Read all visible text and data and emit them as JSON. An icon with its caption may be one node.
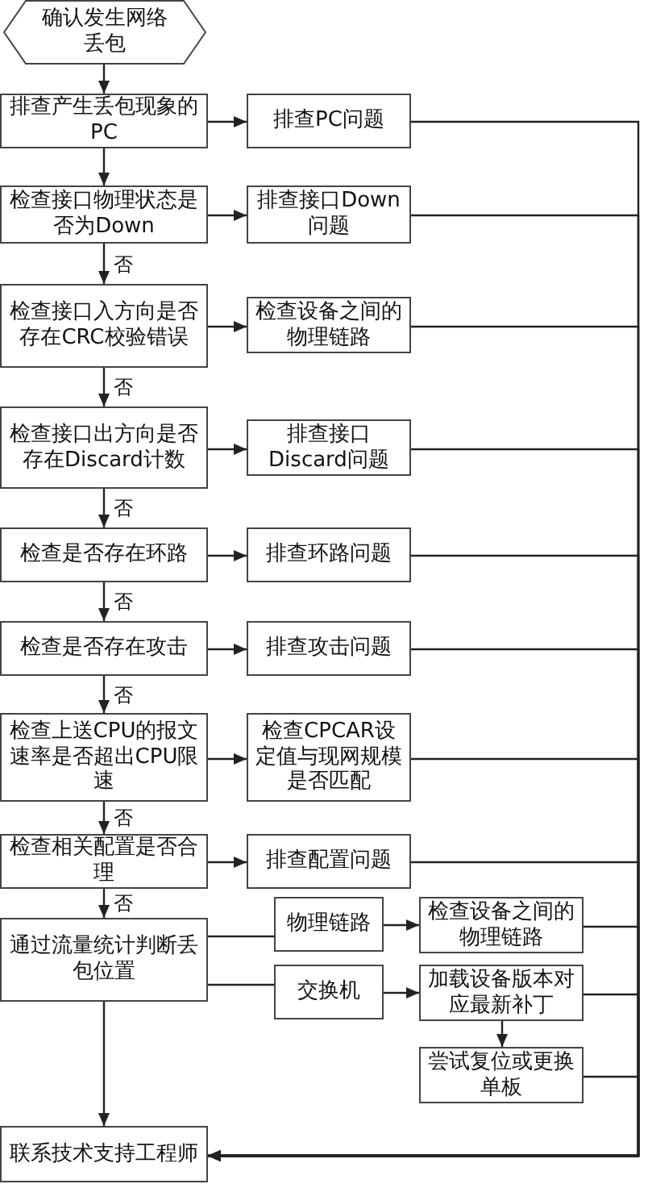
{
  "diagram": {
    "nodes": [
      {
        "text": [
          "确认发生网络丢包"
        ]
      },
      {
        "text": [
          "排查产生丢包现象的PC"
        ]
      },
      {
        "text": [
          "排查PC问题"
        ]
      },
      {
        "text": [
          "检查接口物理状态是否为Down"
        ]
      },
      {
        "text": [
          "排查接口Down问题"
        ]
      },
      {
        "text": [
          "检查接口入方向是否存在CRC校验错误"
        ]
      },
      {
        "text": [
          "检查设备之间的物理链路"
        ]
      },
      {
        "text": [
          "检查接口出方向是否存在Discard计数"
        ]
      },
      {
        "text": [
          "排查接口Discard问题"
        ]
      },
      {
        "text": [
          "检查是否存在环路"
        ]
      },
      {
        "text": [
          "排查环路问题"
        ]
      },
      {
        "text": [
          "检查是否存在攻击"
        ]
      },
      {
        "text": [
          "排查攻击问题"
        ]
      },
      {
        "text": [
          "检查上送CPU的报文速率是否超出CPU限速"
        ]
      },
      {
        "text": [
          "检查CPCAR设定值与现网规模是否匹配"
        ]
      },
      {
        "text": [
          "检查相关配置是否合理"
        ]
      },
      {
        "text": [
          "排查配置问题"
        ]
      },
      {
        "text": [
          "通过流量统计判断丢包位置"
        ]
      },
      {
        "text": [
          "物理链路"
        ]
      },
      {
        "text": [
          "检查设备之间的物理链路"
        ]
      },
      {
        "text": [
          "交换机"
        ]
      },
      {
        "text": [
          "加载设备版本对应最新补丁"
        ]
      },
      {
        "text": [
          "尝试复位或更换单板"
        ]
      },
      {
        "text": [
          "联系技术支持工程师"
        ]
      }
    ],
    "edges": [
      {
        "from": 0,
        "to": 1,
        "arrow": "to"
      },
      {
        "from": 1,
        "to": 2,
        "arrow": "to"
      },
      {
        "from": 1,
        "to": 3,
        "arrow": "to"
      },
      {
        "from": 3,
        "to": 4,
        "arrow": "to"
      },
      {
        "from": 3,
        "to": 5,
        "arrow": "to",
        "label": "否"
      },
      {
        "from": 5,
        "to": 6,
        "arrow": "to"
      },
      {
        "from": 5,
        "to": 7,
        "arrow": "to",
        "label": "否"
      },
      {
        "from": 7,
        "to": 8,
        "arrow": "to"
      },
      {
        "from": 7,
        "to": 9,
        "arrow": "to",
        "label": "否"
      },
      {
        "from": 9,
        "to": 10,
        "arrow": "to"
      },
      {
        "from": 9,
        "to": 11,
        "arrow": "to",
        "label": "否"
      },
      {
        "from": 11,
        "to": 12,
        "arrow": "to"
      },
      {
        "from": 11,
        "to": 13,
        "arrow": "to",
        "label": "否"
      },
      {
        "from": 13,
        "to": 14,
        "arrow": "to"
      },
      {
        "from": 13,
        "to": 15,
        "arrow": "to",
        "label": "否"
      },
      {
        "from": 15,
        "to": 16,
        "arrow": "to"
      },
      {
        "from": 15,
        "to": 17,
        "arrow": "to",
        "label": "否"
      },
      {
        "from": 17,
        "to": 18,
        "arrow": "none"
      },
      {
        "from": 17,
        "to": 20,
        "arrow": "none"
      },
      {
        "from": 18,
        "to": 19,
        "arrow": "to"
      },
      {
        "from": 20,
        "to": 21,
        "arrow": "to"
      },
      {
        "from": 21,
        "to": 22,
        "arrow": "to"
      },
      {
        "from": 17,
        "to": 23,
        "arrow": "to"
      },
      {
        "from": 2,
        "to": 23,
        "arrow": "to"
      },
      {
        "from": 4,
        "to": 23,
        "arrow": "to"
      },
      {
        "from": 6,
        "to": 23,
        "arrow": "to"
      },
      {
        "from": 8,
        "to": 23,
        "arrow": "to"
      },
      {
        "from": 10,
        "to": 23,
        "arrow": "to"
      },
      {
        "from": 12,
        "to": 23,
        "arrow": "to"
      },
      {
        "from": 14,
        "to": 23,
        "arrow": "to"
      },
      {
        "from": 16,
        "to": 23,
        "arrow": "to"
      },
      {
        "from": 19,
        "to": 23,
        "arrow": "to"
      },
      {
        "from": 21,
        "to": 23,
        "arrow": "to"
      },
      {
        "from": 22,
        "to": 23,
        "arrow": "to"
      }
    ]
  }
}
